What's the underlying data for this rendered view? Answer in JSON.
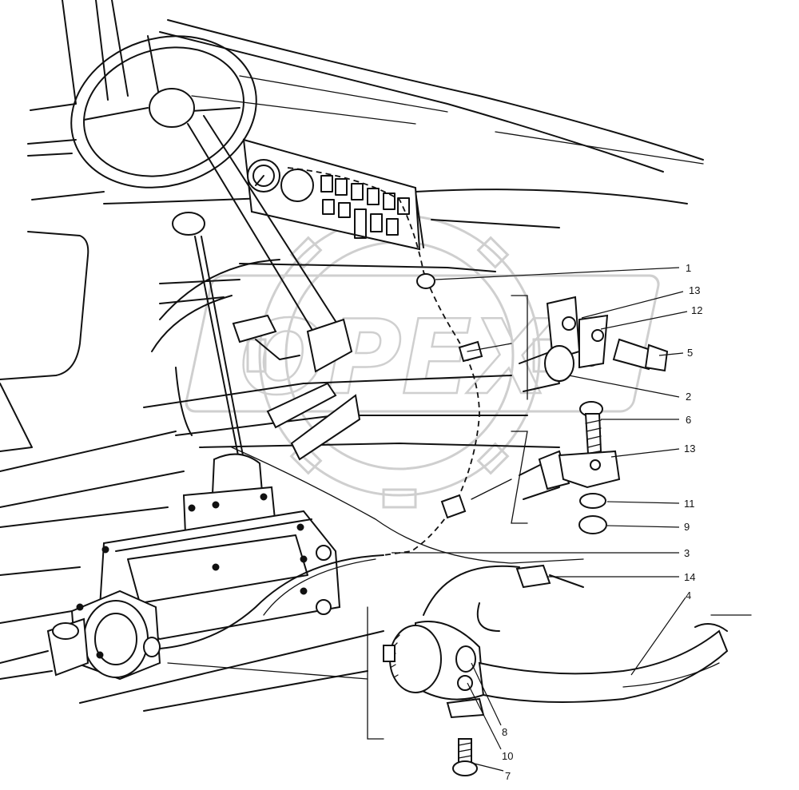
{
  "watermark": {
    "text": "OPEX"
  },
  "callouts": [
    {
      "id": "1",
      "label": "1"
    },
    {
      "id": "13a",
      "label": "13"
    },
    {
      "id": "12",
      "label": "12"
    },
    {
      "id": "5",
      "label": "5"
    },
    {
      "id": "2",
      "label": "2"
    },
    {
      "id": "6",
      "label": "6"
    },
    {
      "id": "13b",
      "label": "13"
    },
    {
      "id": "11",
      "label": "11"
    },
    {
      "id": "9",
      "label": "9"
    },
    {
      "id": "3",
      "label": "3"
    },
    {
      "id": "14",
      "label": "14"
    },
    {
      "id": "4",
      "label": "4"
    },
    {
      "id": "8",
      "label": "8"
    },
    {
      "id": "10",
      "label": "10"
    },
    {
      "id": "7",
      "label": "7"
    }
  ]
}
